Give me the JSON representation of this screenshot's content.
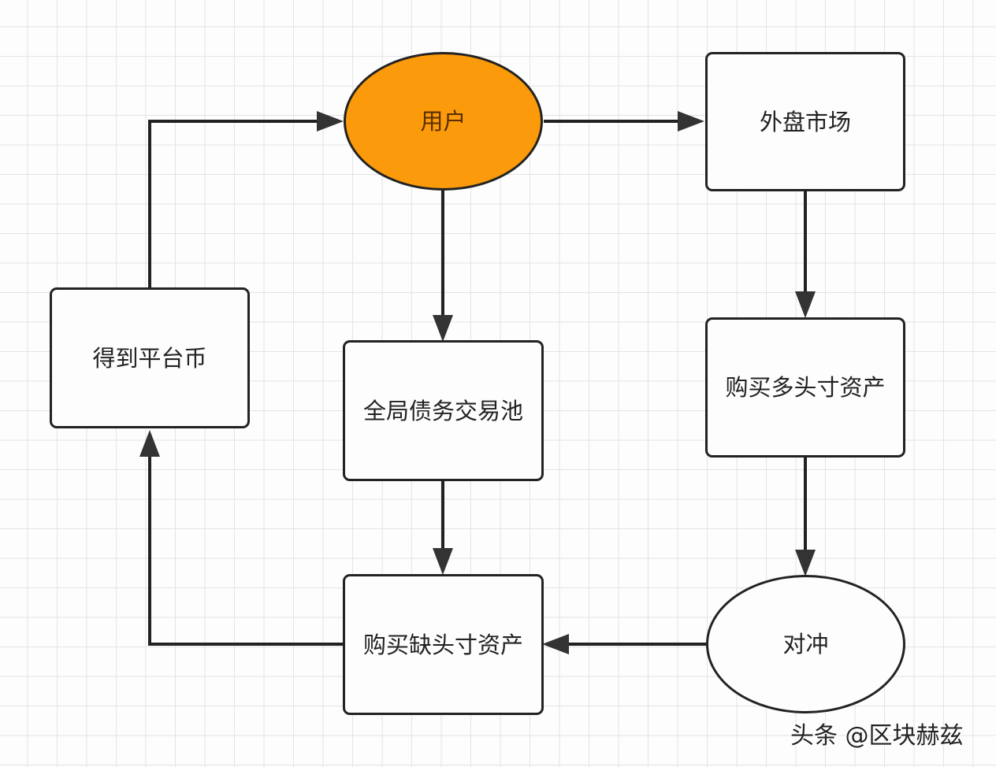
{
  "diagram": {
    "type": "flowchart",
    "nodes": [
      {
        "id": "user",
        "label": "用户",
        "shape": "ellipse",
        "fill": "#fb9a0a"
      },
      {
        "id": "external-market",
        "label": "外盘市场",
        "shape": "rounded-rect",
        "fill": "#fdfdfd"
      },
      {
        "id": "buy-long",
        "label": "购买多头寸资产",
        "shape": "rounded-rect",
        "fill": "#fdfdfd"
      },
      {
        "id": "hedge",
        "label": "对冲",
        "shape": "ellipse",
        "fill": "#fdfdfd"
      },
      {
        "id": "buy-short",
        "label": "购买缺头寸资产",
        "shape": "rounded-rect",
        "fill": "#fdfdfd"
      },
      {
        "id": "debt-pool",
        "label": "全局债务交易池",
        "shape": "rounded-rect",
        "fill": "#fdfdfd"
      },
      {
        "id": "platform-coin",
        "label": "得到平台币",
        "shape": "rounded-rect",
        "fill": "#fdfdfd"
      }
    ],
    "edges": [
      {
        "from": "user",
        "to": "external-market"
      },
      {
        "from": "external-market",
        "to": "buy-long"
      },
      {
        "from": "buy-long",
        "to": "hedge"
      },
      {
        "from": "hedge",
        "to": "buy-short"
      },
      {
        "from": "user",
        "to": "debt-pool"
      },
      {
        "from": "debt-pool",
        "to": "buy-short"
      },
      {
        "from": "buy-short",
        "to": "platform-coin"
      },
      {
        "from": "platform-coin",
        "to": "user"
      }
    ]
  },
  "watermark": "头条 @区块赫兹",
  "colors": {
    "stroke": "#222222",
    "accent": "#fb9a0a",
    "grid": "#e4e4e4"
  }
}
